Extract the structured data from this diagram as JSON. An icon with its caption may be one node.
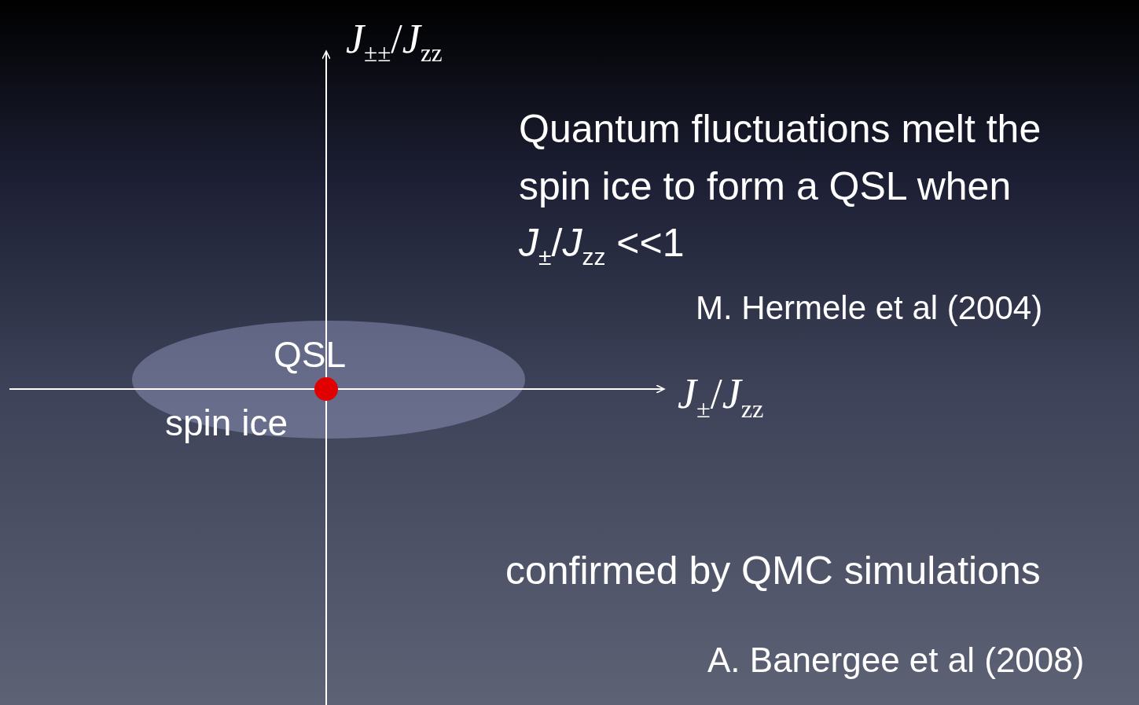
{
  "diagram": {
    "labels": [
      "*J*$_{±±}$/*J*$_{zz}$",
      "Quantum fluctuations melt the spin ice to form a QSL when *J*$_{±}$/*J*$_{zz}$ <<1",
      "M. Hermele et al (2004)",
      "QSL",
      "*J*$_{±}$/*J*$_{zz}$",
      "spin ice",
      "confirmed by QMC simulations",
      "A. Banergee et al (2008)"
    ]
  }
}
